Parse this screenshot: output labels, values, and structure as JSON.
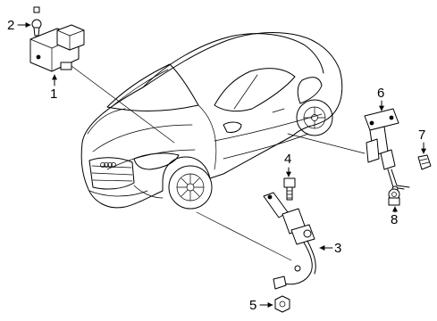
{
  "callouts": [
    {
      "id": "1",
      "label": "1"
    },
    {
      "id": "2",
      "label": "2"
    },
    {
      "id": "3",
      "label": "3"
    },
    {
      "id": "4",
      "label": "4"
    },
    {
      "id": "5",
      "label": "5"
    },
    {
      "id": "6",
      "label": "6"
    },
    {
      "id": "7",
      "label": "7"
    },
    {
      "id": "8",
      "label": "8"
    }
  ],
  "car_badge": "",
  "icons": [
    "arrow-icon"
  ]
}
